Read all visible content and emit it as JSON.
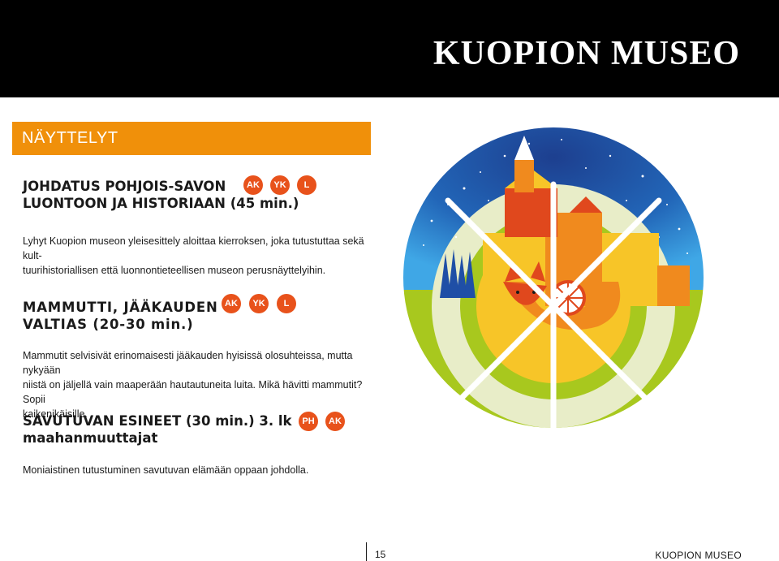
{
  "header": {
    "title": "KUOPION MUSEO"
  },
  "section": {
    "title": "NÄYTTELYT"
  },
  "exhibits": [
    {
      "title_line1": "JOHDATUS POHJOIS-SAVON",
      "title_line2": "LUONTOON JA HISTORIAAN (45 min.)",
      "badges": [
        "AK",
        "YK",
        "L"
      ],
      "description_line1": "Lyhyt Kuopion museon yleisesittely aloittaa kierroksen, joka tutustuttaa sekä kult-",
      "description_line2": "tuurihistoriallisen että luonnontieteellisen museon perusnäyttelyihin."
    },
    {
      "title_line1": "MAMMUTTI, JÄÄKAUDEN",
      "title_line2": "VALTIAS (20-30 min.)",
      "badges": [
        "AK",
        "YK",
        "L"
      ],
      "description_line1": "Mammutit selvisivät erinomaisesti jääkauden hyisissä olosuhteissa, mutta nykyään",
      "description_line2": "niistä on jäljellä vain maaperään hautautuneita luita. Mikä hävitti mammutit? Sopii",
      "description_line3": "kaikenikäisille."
    },
    {
      "title_line1": "SAVUTUVAN ESINEET (30 min.) 3. lk",
      "title_line2": "maahanmuuttajat",
      "badges": [
        "PH",
        "AK"
      ],
      "description_line1": "Moniaistinen tutustuminen savutuvan elämään oppaan johdolla."
    }
  ],
  "footer": {
    "page_number": "15",
    "museum_name": "KUOPION MUSEO"
  },
  "colors": {
    "header_bg": "#000000",
    "section_bar": "#f0900a",
    "badge": "#e8521b",
    "sky_dark": "#1d4fa0",
    "sky_light": "#3fa7e6",
    "ground_green": "#a8c81e",
    "ground_light": "#e8edc8",
    "castle_orange": "#f08a1e",
    "castle_red": "#e0481d",
    "castle_yellow": "#f7c528",
    "forest_blue": "#1f4fa6"
  },
  "illustration": {
    "subject": "circular emblem with castle, fox, spruce forest and wheel spokes",
    "icons": [
      "castle-icon",
      "fox-icon",
      "wheel-icon",
      "spruce-forest-icon",
      "stars"
    ]
  }
}
